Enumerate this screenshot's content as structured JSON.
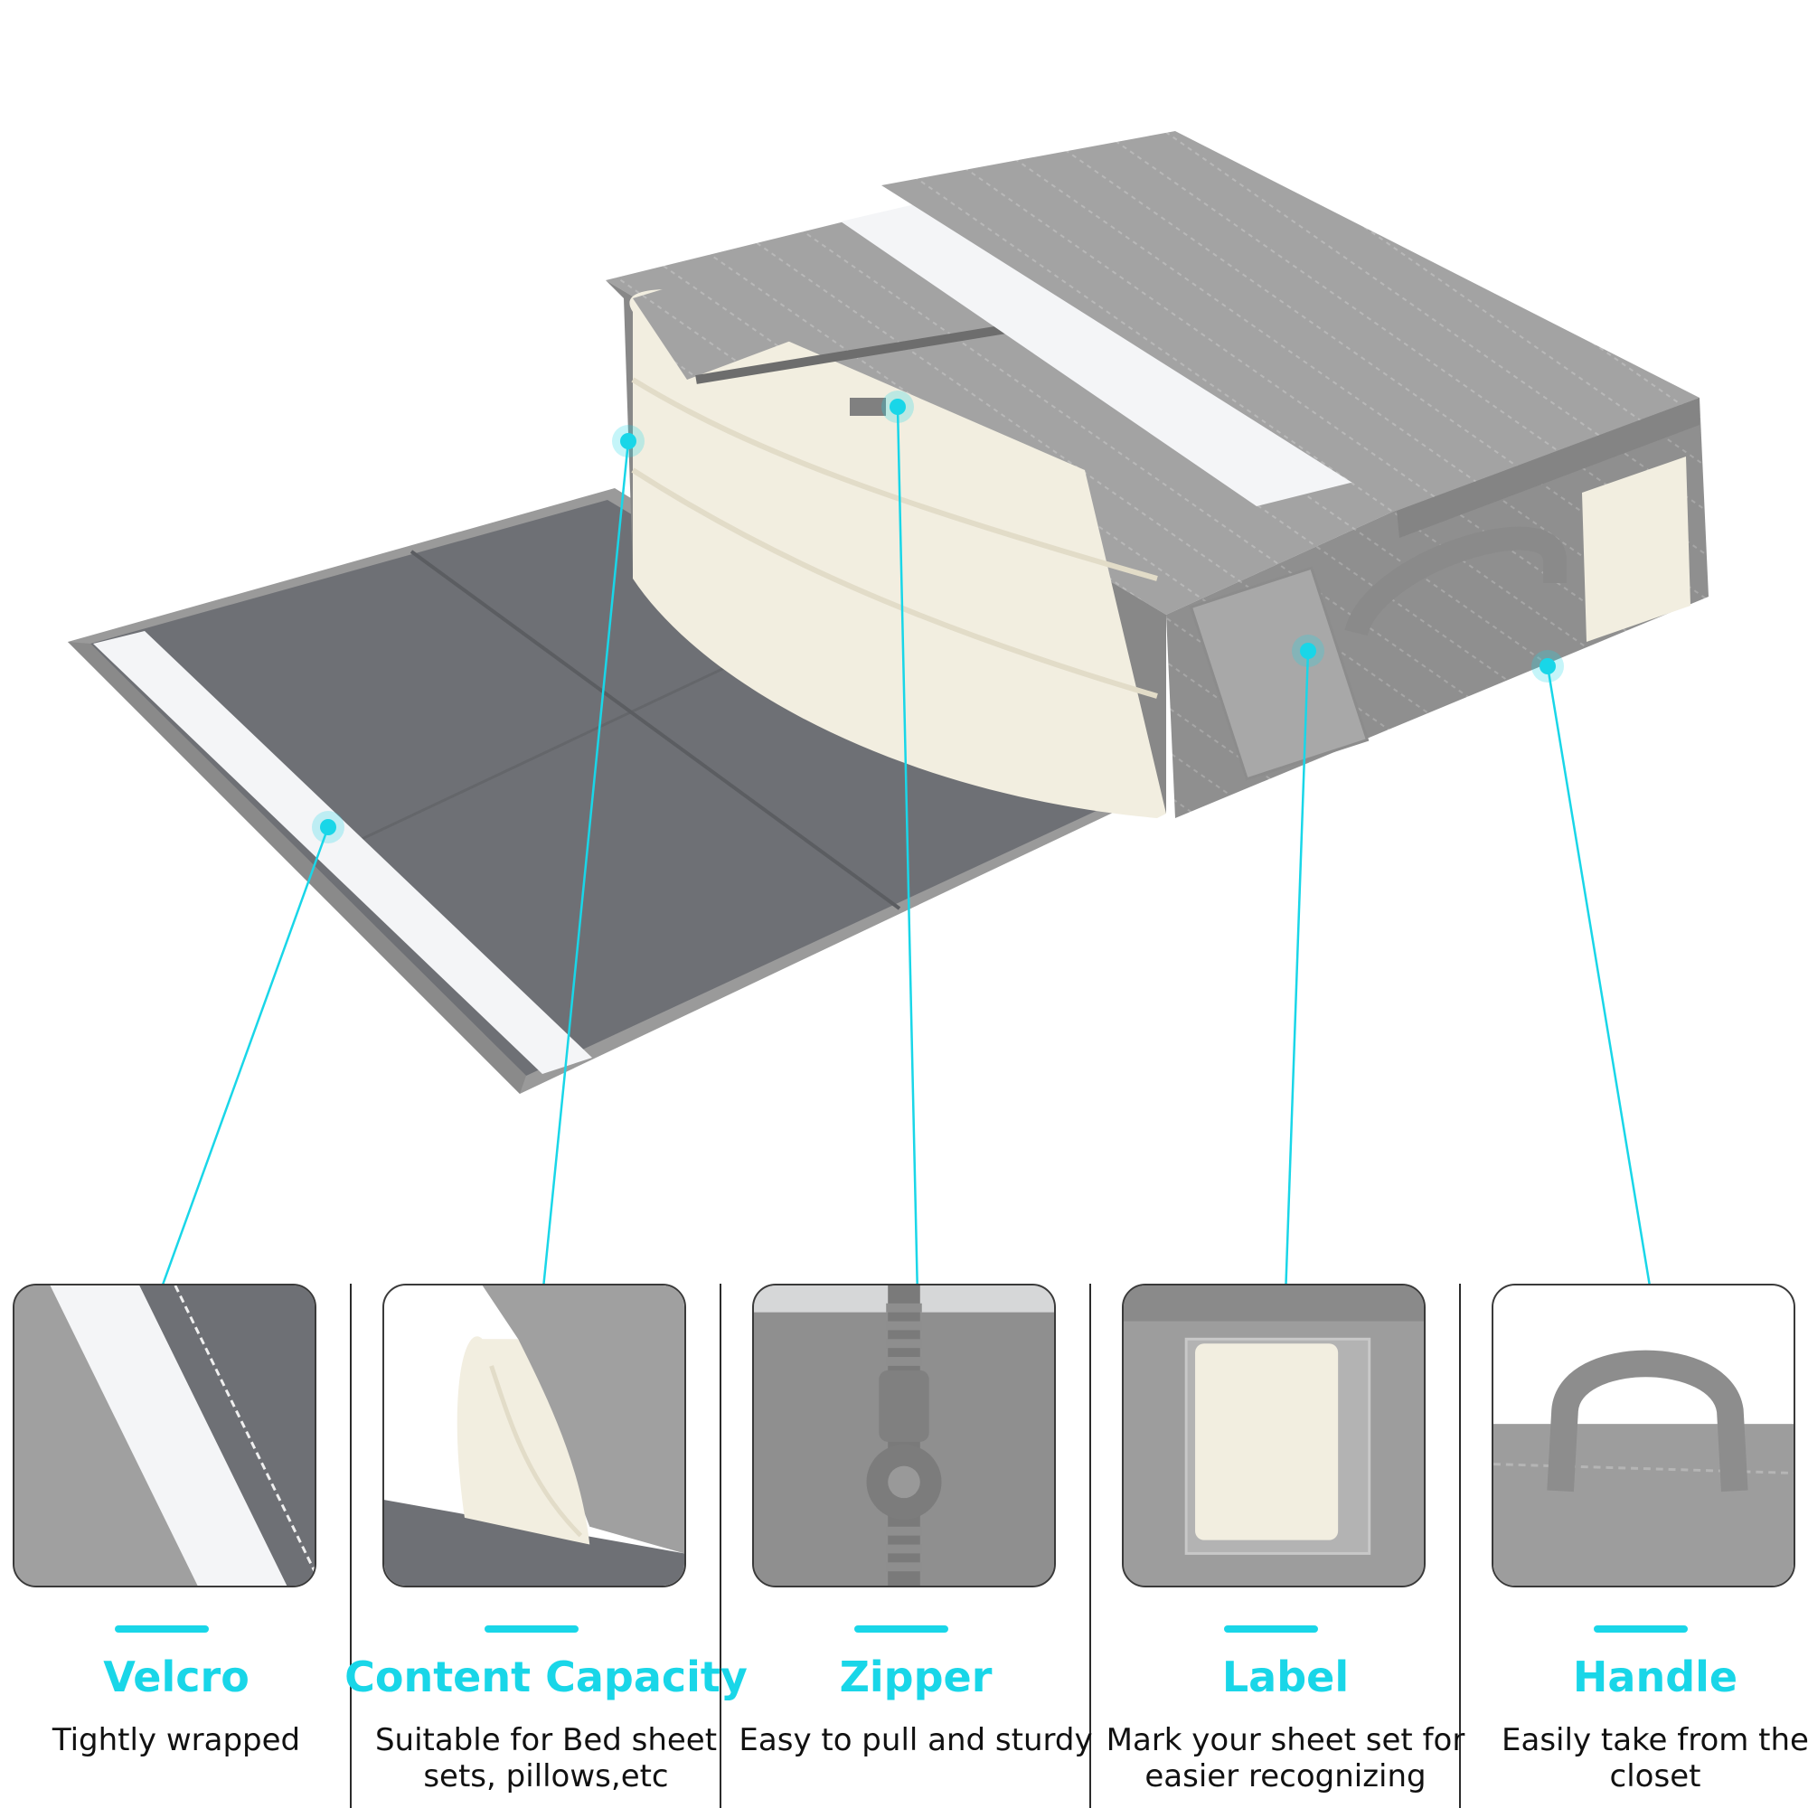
{
  "colors": {
    "accent": "#19d6e8",
    "fabric": "#9c9c9c",
    "fabric_dark": "#767676",
    "lining": "#6e7075",
    "sheets": "#f2eee0",
    "velcro": "#f4f5f7",
    "text": "#111111"
  },
  "features": [
    {
      "title": "Velcro",
      "description": "Tightly wrapped",
      "thumbnail": "velcro-closeup"
    },
    {
      "title": "Content Capacity",
      "description": "Suitable for Bed sheet sets, pillows,etc",
      "thumbnail": "sheets-inside-closeup"
    },
    {
      "title": "Zipper",
      "description": "Easy to pull and sturdy",
      "thumbnail": "zipper-closeup"
    },
    {
      "title": "Label",
      "description": "Mark your sheet set for easier recognizing",
      "thumbnail": "label-window-closeup"
    },
    {
      "title": "Handle",
      "description": "Easily take from the closet",
      "thumbnail": "handle-closeup"
    }
  ]
}
